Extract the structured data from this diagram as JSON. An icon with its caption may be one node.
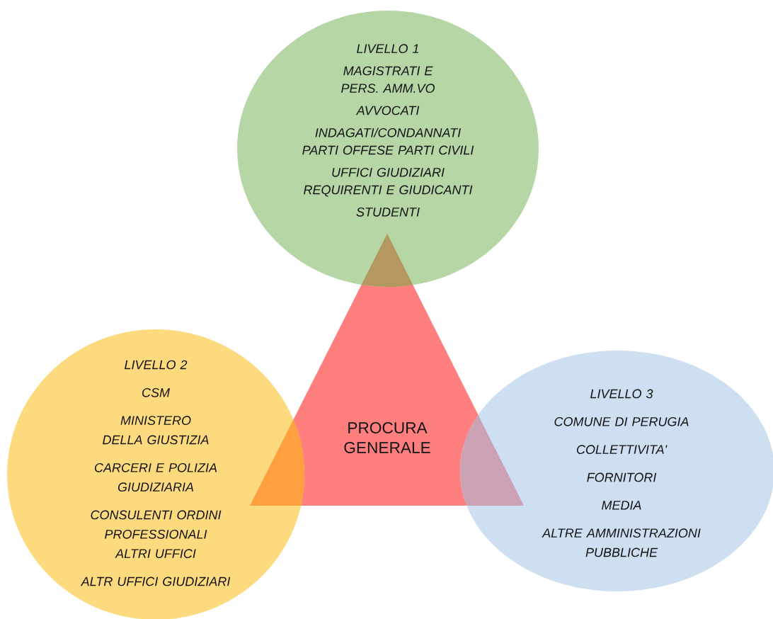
{
  "diagram": {
    "nodes": [
      {
        "text": [
          "LIVELLO 1",
          "MAGISTRATI E PERS. AMM.VO",
          "AVVOCATI",
          "INDAGATI/CONDANNATI PARTI OFFESE PARTI CIVILI",
          "UFFICI GIUDIZIARI REQUIRENTI E GIUDICANTI",
          "STUDENTI"
        ]
      },
      {
        "text": [
          "LIVELLO 2",
          "CSM",
          "MINISTERO DELLA GIUSTIZIA",
          "CARCERI E POLIZIA GIUDIZIARIA",
          "CONSULENTI ORDINI PROFESSIONALI ALTRI UFFICI",
          "ALTR UFFICI GIUDIZIARI"
        ]
      },
      {
        "text": [
          "PROCURA GENERALE"
        ]
      },
      {
        "text": [
          "LIVELLO 3",
          "COMUNE DI PERUGIA",
          "COLLETTIVITA'",
          "FORNITORI",
          "MEDIA",
          "ALTRE AMMINISTRAZIONI PUBBLICHE"
        ]
      }
    ]
  }
}
